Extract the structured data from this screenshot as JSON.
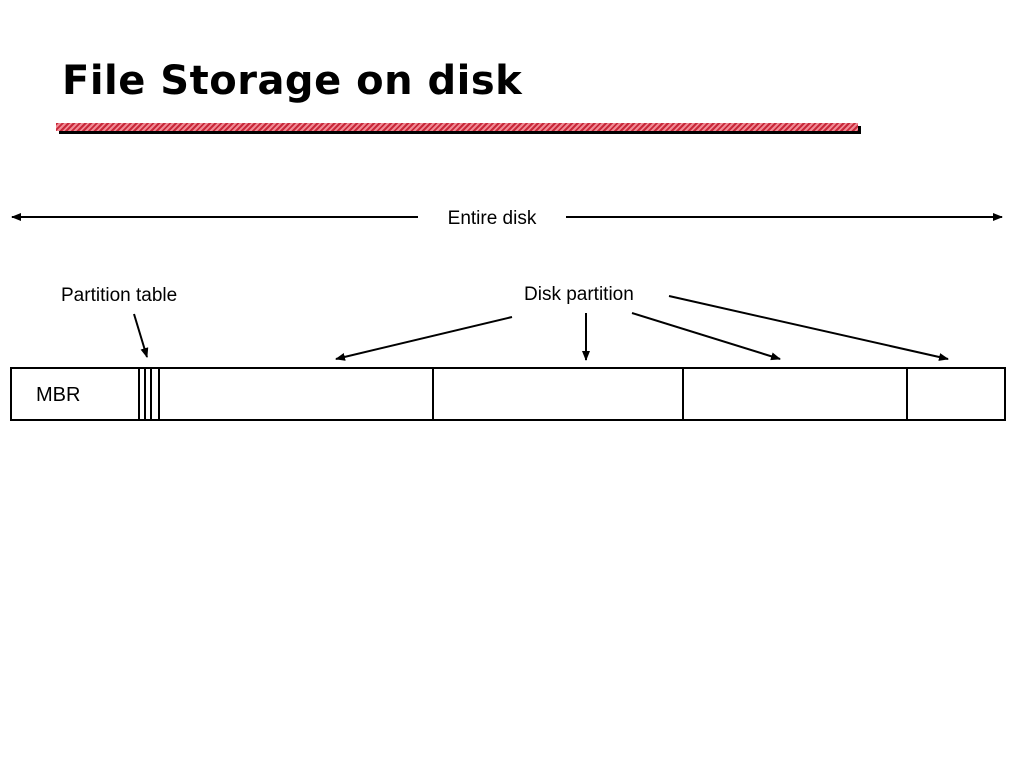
{
  "slide": {
    "title": "File Storage on disk"
  },
  "diagram": {
    "entire_disk_label": "Entire disk",
    "partition_table_label": "Partition table",
    "disk_partition_label": "Disk partition",
    "mbr_label": "MBR"
  },
  "colors": {
    "title_rule": "#c8283a",
    "title_rule_light": "#f08a94",
    "stroke": "#000000"
  }
}
